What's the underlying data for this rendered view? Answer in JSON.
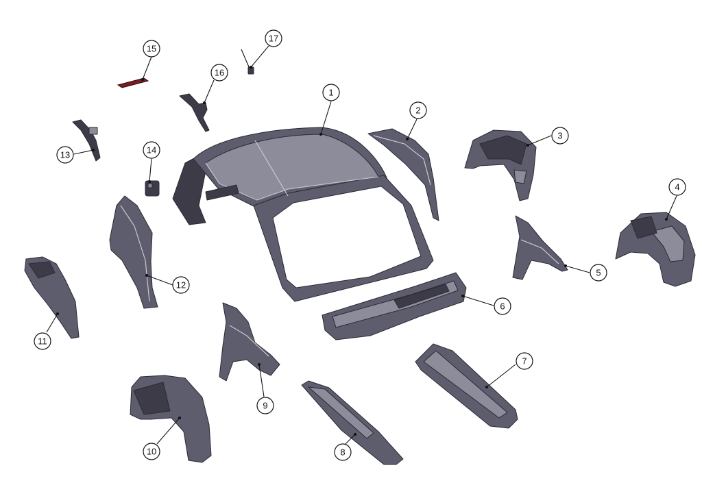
{
  "diagram": {
    "callouts": [
      {
        "id": "1",
        "label": "1"
      },
      {
        "id": "2",
        "label": "2"
      },
      {
        "id": "3",
        "label": "3"
      },
      {
        "id": "4",
        "label": "4"
      },
      {
        "id": "5",
        "label": "5"
      },
      {
        "id": "6",
        "label": "6"
      },
      {
        "id": "7",
        "label": "7"
      },
      {
        "id": "8",
        "label": "8"
      },
      {
        "id": "9",
        "label": "9"
      },
      {
        "id": "10",
        "label": "10"
      },
      {
        "id": "11",
        "label": "11"
      },
      {
        "id": "12",
        "label": "12"
      },
      {
        "id": "13",
        "label": "13"
      },
      {
        "id": "14",
        "label": "14"
      },
      {
        "id": "15",
        "label": "15"
      },
      {
        "id": "16",
        "label": "16"
      },
      {
        "id": "17",
        "label": "17"
      }
    ],
    "colors": {
      "part_body": "#5e5d6e",
      "part_light": "#8d8c9b",
      "part_dark": "#3c3b47",
      "brake_light_strip": "#7a1c22",
      "callout_stroke": "#111111",
      "background": "#ffffff"
    }
  }
}
